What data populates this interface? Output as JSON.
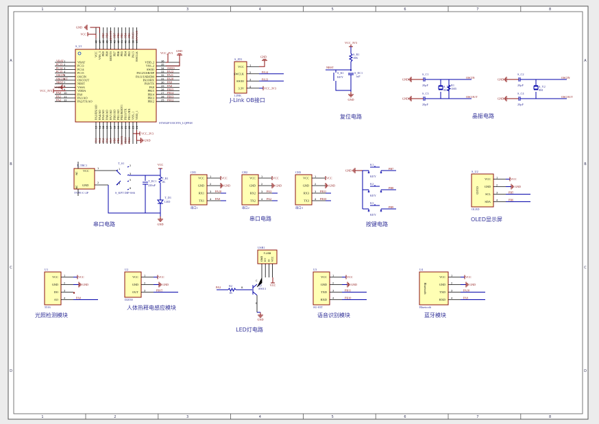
{
  "frame": {
    "cols": [
      "1",
      "2",
      "3",
      "4",
      "5",
      "6",
      "7",
      "8"
    ],
    "rows": [
      "A",
      "B",
      "C",
      "D"
    ]
  },
  "mcu": {
    "ref": "S_U1",
    "part": "STM32F103C8T6_LQFP48",
    "left": [
      {
        "num": "1",
        "name": "VBAT",
        "net": "VBAT"
      },
      {
        "num": "2",
        "name": "PC13",
        "net": "PC13"
      },
      {
        "num": "3",
        "name": "PC14",
        "net": "PC14"
      },
      {
        "num": "4",
        "name": "PC15",
        "net": "PC15"
      },
      {
        "num": "5",
        "name": "OSCIN",
        "net": "OSCIN"
      },
      {
        "num": "6",
        "name": "OSCOUT",
        "net": "OSCOUT"
      },
      {
        "num": "7",
        "name": "NRST",
        "net": "NRST"
      },
      {
        "num": "8",
        "name": "VSSA",
        "net": "GND"
      },
      {
        "num": "9",
        "name": "VDDA",
        "net": "VCC_3V3"
      },
      {
        "num": "10",
        "name": "PA0",
        "net": "PA0"
      },
      {
        "num": "11",
        "name": "PA1/AO",
        "net": "PA1"
      },
      {
        "num": "12",
        "name": "PA2/TX/AO",
        "net": "PA2"
      }
    ],
    "right": [
      {
        "num": "36",
        "name": "VDD_2",
        "net": "VCC_3V3"
      },
      {
        "num": "35",
        "name": "VSS_2",
        "net": "GND"
      },
      {
        "num": "34",
        "name": "SWIO",
        "net": "SWIO"
      },
      {
        "num": "33",
        "name": "PA12/USB/DP",
        "net": "PA12"
      },
      {
        "num": "32",
        "name": "PA11/USB/DM",
        "net": "PA11"
      },
      {
        "num": "31",
        "name": "PA10/RX",
        "net": "PA10"
      },
      {
        "num": "30",
        "name": "PA9/TX",
        "net": "PA9"
      },
      {
        "num": "29",
        "name": "PA8",
        "net": "PA8"
      },
      {
        "num": "28",
        "name": "PB15",
        "net": "PB15"
      },
      {
        "num": "27",
        "name": "PB14",
        "net": "PB14"
      },
      {
        "num": "26",
        "name": "PB13",
        "net": "PB13"
      },
      {
        "num": "25",
        "name": "PB12",
        "net": "PB12"
      }
    ],
    "top": [
      {
        "num": "48",
        "name": "VCC",
        "net": "VCC"
      },
      {
        "num": "47",
        "name": "VSS_3",
        "net": "GND"
      },
      {
        "num": "46",
        "name": "PB9",
        "net": "PB9"
      },
      {
        "num": "45",
        "name": "PB8",
        "net": "PB8"
      },
      {
        "num": "44",
        "name": "BOOT0",
        "net": "BOOT0"
      },
      {
        "num": "43",
        "name": "PB7",
        "net": "PB7"
      },
      {
        "num": "42",
        "name": "PB6",
        "net": "PB6"
      },
      {
        "num": "41",
        "name": "PB5",
        "net": "PB5"
      },
      {
        "num": "40",
        "name": "PB4",
        "net": "PB4"
      },
      {
        "num": "39",
        "name": "PB3",
        "net": "PB3"
      },
      {
        "num": "38",
        "name": "PA15",
        "net": "PA15"
      },
      {
        "num": "37",
        "name": "SWCLK",
        "net": "SWCLK"
      }
    ],
    "bottom": [
      {
        "num": "13",
        "name": "PA3/RX/AO",
        "net": "PA3"
      },
      {
        "num": "14",
        "name": "PA4/AO",
        "net": "PA4"
      },
      {
        "num": "15",
        "name": "PA5/AO",
        "net": "PA5"
      },
      {
        "num": "16",
        "name": "PA6/AO",
        "net": "PA6"
      },
      {
        "num": "17",
        "name": "PA7/AO",
        "net": "PA7"
      },
      {
        "num": "18",
        "name": "PB0/AO",
        "net": "PB0"
      },
      {
        "num": "19",
        "name": "PB1/AO",
        "net": "PB1"
      },
      {
        "num": "20",
        "name": "PB2/BOOT1",
        "net": "BOOT1"
      },
      {
        "num": "21",
        "name": "PB10/TX",
        "net": "PB10"
      },
      {
        "num": "22",
        "name": "PB11/RX",
        "net": "PB11"
      },
      {
        "num": "23",
        "name": "VSS_1",
        "net": "VCC_3V3"
      },
      {
        "num": "24",
        "name": "VDD_1",
        "net": "GND"
      }
    ]
  },
  "jlink": {
    "ref": "S_JD1",
    "part": "LINK",
    "title": "J-Link OB接口",
    "pins": [
      {
        "num": "1",
        "name": "VCC",
        "net": "GND"
      },
      {
        "num": "2",
        "name": "SWCLK",
        "net": "PA14"
      },
      {
        "num": "3",
        "name": "SWIO",
        "net": "PA13"
      },
      {
        "num": "4",
        "name": "3.3V",
        "net": "VCC_3V3"
      }
    ]
  },
  "reset": {
    "title": "复位电路",
    "vcc": "VCC_3V3",
    "r_ref": "S_R1",
    "r_val": "10K",
    "c_ref": "S_EC1",
    "c_val": "1uF",
    "k_ref": "S_K1",
    "k_val": "KEY",
    "net": "NRST",
    "gnd": "GND"
  },
  "crystal": {
    "title": "晶振电路",
    "gnd": "GND",
    "oscin": "OSCIN",
    "oscout": "OSCOUT",
    "c1": "S_C1",
    "c3": "S_C3",
    "c2": "S_C2",
    "c4": "S_C4",
    "cval": "20pF",
    "y1": "S_Y1",
    "y2": "S_Y2",
    "yval": "8M",
    "r1": "R1",
    "r1val": "1M5"
  },
  "power": {
    "title": "串口电路",
    "conn_ref": "T_TBC1",
    "conn_part": "TYPE-C-2P",
    "pin_vcc": "VCC",
    "pin_gnd": "GND",
    "nc": "NC",
    "sw_ref": "T_S1",
    "sw_part": "S_KPT DIP-SS6",
    "cap_ref": "T_EC1",
    "cap_val": "220uF",
    "r_ref": "T_R1",
    "r_val": "1K",
    "led_ref": "T_D1",
    "led_val": "LED",
    "vcc": "VCC",
    "gnd": "GND",
    "n1": "1",
    "n2": "2",
    "s1": "1",
    "s2": "2",
    "s3": "3",
    "s4": "4",
    "s5": "5",
    "s6": "6"
  },
  "uarts": [
    {
      "ref": "CH1",
      "part": "串口1",
      "pins": [
        {
          "num": "1",
          "name": "VCC",
          "net": "VCC"
        },
        {
          "num": "2",
          "name": "GND",
          "net": "GND"
        },
        {
          "num": "3",
          "name": "RX1",
          "net": "PA10"
        },
        {
          "num": "4",
          "name": "TX1",
          "net": "PA9"
        }
      ]
    },
    {
      "ref": "CH2",
      "part": "串口2",
      "pins": [
        {
          "num": "1",
          "name": "VCC",
          "net": "VCC"
        },
        {
          "num": "2",
          "name": "GND",
          "net": "GND"
        },
        {
          "num": "3",
          "name": "RX2",
          "net": "PA3"
        },
        {
          "num": "4",
          "name": "TX2",
          "net": "PA2"
        }
      ]
    },
    {
      "ref": "CH3",
      "part": "串口3",
      "pins": [
        {
          "num": "1",
          "name": "VCC",
          "net": "VCC"
        },
        {
          "num": "2",
          "name": "GND",
          "net": "GND"
        },
        {
          "num": "3",
          "name": "RX3",
          "net": "PB11"
        },
        {
          "num": "4",
          "name": "TX3",
          "net": "PB10"
        }
      ]
    }
  ],
  "uart_title": "串口电路",
  "keys": {
    "title": "按键电路",
    "gnd": "GND",
    "items": [
      {
        "ref": "K1",
        "val": "KEY",
        "net": "PB7"
      },
      {
        "ref": "K2",
        "val": "KEY",
        "net": "PB8"
      },
      {
        "ref": "K3",
        "val": "KEY",
        "net": "PB9"
      }
    ]
  },
  "oled": {
    "ref": "S_U2",
    "part": "OLED",
    "inner": "OLED",
    "title": "OLED显示屏",
    "pins": [
      {
        "num": "1",
        "name": "VCC",
        "net": "VCC"
      },
      {
        "num": "2",
        "name": "GND",
        "net": "GND"
      },
      {
        "num": "3",
        "name": "SCL",
        "net": "PB5"
      },
      {
        "num": "4",
        "name": "SDA",
        "net": "PB6"
      }
    ]
  },
  "light": {
    "ref": "U1",
    "part": "5516",
    "title": "光照检测模块",
    "pins": [
      {
        "num": "1",
        "name": "VCC",
        "net": "VCC"
      },
      {
        "num": "2",
        "name": "GND",
        "net": "GND"
      },
      {
        "num": "3",
        "name": "DO",
        "net": ""
      },
      {
        "num": "4",
        "name": "AO",
        "net": "PA0"
      }
    ]
  },
  "pir": {
    "ref": "U2",
    "part": "D203S",
    "title": "人体热释电感应模块",
    "pins": [
      {
        "num": "1",
        "name": "VCC",
        "net": "VCC"
      },
      {
        "num": "2",
        "name": "GND",
        "net": "GND"
      },
      {
        "num": "3",
        "name": "OUT",
        "net": "PB15"
      }
    ]
  },
  "led": {
    "title": "LED灯电路",
    "usb_ref": "USB1",
    "usb_label": "F-USB",
    "usb_pins": [
      "GND",
      "D+",
      "D-",
      "VCC"
    ],
    "net": "PA3",
    "r_ref": "R2",
    "r_val": "1K",
    "b": "B",
    "c": "C",
    "e": "E",
    "q_ref": "Q1",
    "q_val": "S9013",
    "vcc": "VCC",
    "gnd": "GND"
  },
  "voice": {
    "ref": "U3",
    "part": "SU-03T",
    "title": "语音识别模块",
    "pins": [
      {
        "num": "1",
        "name": "VCC",
        "net": "VCC"
      },
      {
        "num": "2",
        "name": "GND",
        "net": "GND"
      },
      {
        "num": "3",
        "name": "TXD",
        "net": "PB11"
      },
      {
        "num": "4",
        "name": "RXD",
        "net": "PB10"
      }
    ]
  },
  "bt": {
    "ref": "U4",
    "part": "Bluetooth",
    "inner": "Bluetooth",
    "title": "蓝牙模块",
    "pins": [
      {
        "num": "1",
        "name": "VCC",
        "net": "VCC"
      },
      {
        "num": "2",
        "name": "GND",
        "net": "GND"
      },
      {
        "num": "3",
        "name": "TXD",
        "net": "PA10"
      },
      {
        "num": "4",
        "name": "RXD",
        "net": "PA9"
      }
    ]
  }
}
